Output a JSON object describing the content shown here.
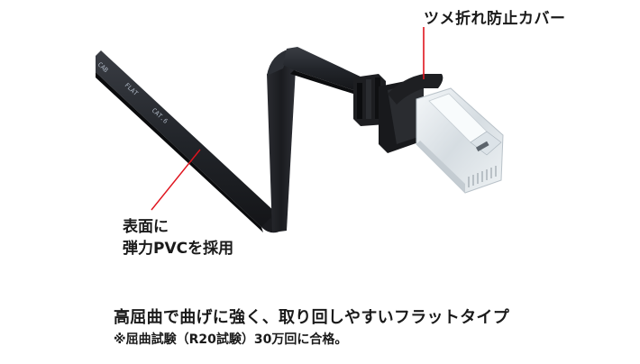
{
  "callouts": {
    "boot_cover": {
      "label": "ツメ折れ防止カバー"
    },
    "surface": {
      "line1": "表面に",
      "line2": "弾力PVCを採用"
    }
  },
  "cable_print": {
    "segments": [
      "CAB",
      "FLAT",
      "CAT.6"
    ]
  },
  "caption": {
    "headline": "高屈曲で曲げに強く、取り回しやすいフラットタイプ",
    "note": "※屈曲試験（R20試験）30万回に合格。"
  },
  "colors": {
    "background": "#ffffff",
    "cable": "#1c1e22",
    "cable_highlight": "#3a3d44",
    "leader_line": "#e0141e",
    "text": "#1a1a1a",
    "connector_clear": "#e6ebef"
  }
}
